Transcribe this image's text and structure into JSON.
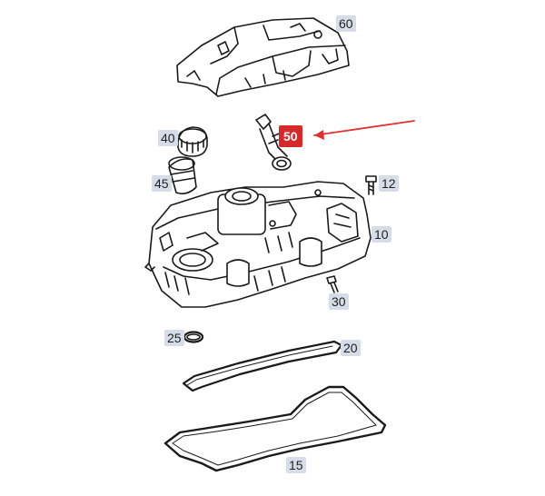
{
  "part_labels": {
    "p60": "60",
    "p50": "50",
    "p40": "40",
    "p45": "45",
    "p12": "12",
    "p10": "10",
    "p30": "30",
    "p25": "25",
    "p20": "20",
    "p15": "15"
  },
  "highlight_part": "50",
  "colors": {
    "callout_bg": "#d6dde8",
    "highlight_bg": "#d42a2a",
    "arrow": "#e03030",
    "line_art": "#1a1a1a"
  }
}
